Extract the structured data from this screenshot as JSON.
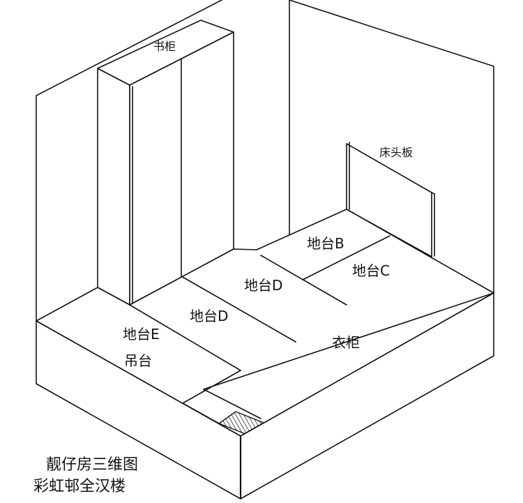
{
  "labels": {
    "bookcase": "书柜",
    "headboard": "床头板",
    "platform_b": "地台B",
    "platform_c": "地台C",
    "platform_d_upper": "地台D",
    "platform_d_lower": "地台D",
    "platform_e": "地台E",
    "hanging_platform": "吊台",
    "wardrobe": "衣柜"
  },
  "caption": {
    "line1": "靓仔房三维图",
    "line2": "彩虹邨全汉楼"
  },
  "colors": {
    "line": "#111111",
    "background": "#ffffff"
  }
}
